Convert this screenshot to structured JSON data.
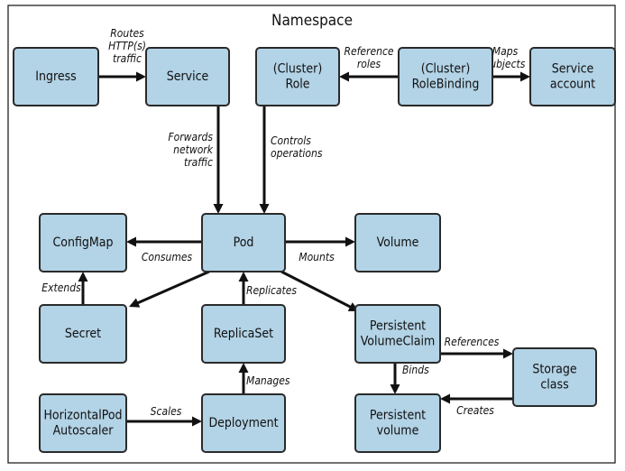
{
  "title": "Namespace",
  "nodes": [
    {
      "id": "ingress",
      "lines": [
        "Ingress"
      ]
    },
    {
      "id": "service",
      "lines": [
        "Service"
      ]
    },
    {
      "id": "cluster-role",
      "lines": [
        "(Cluster)",
        "Role"
      ]
    },
    {
      "id": "cluster-rolebinding",
      "lines": [
        "(Cluster)",
        "RoleBinding"
      ]
    },
    {
      "id": "service-account",
      "lines": [
        "Service",
        "account"
      ]
    },
    {
      "id": "configmap",
      "lines": [
        "ConfigMap"
      ]
    },
    {
      "id": "pod",
      "lines": [
        "Pod"
      ]
    },
    {
      "id": "volume",
      "lines": [
        "Volume"
      ]
    },
    {
      "id": "secret",
      "lines": [
        "Secret"
      ]
    },
    {
      "id": "replicaset",
      "lines": [
        "ReplicaSet"
      ]
    },
    {
      "id": "pvc",
      "lines": [
        "Persistent",
        "VolumeClaim"
      ]
    },
    {
      "id": "storage-class",
      "lines": [
        "Storage",
        "class"
      ]
    },
    {
      "id": "hpa",
      "lines": [
        "HorizontalPod",
        "Autoscaler"
      ]
    },
    {
      "id": "deployment",
      "lines": [
        "Deployment"
      ]
    },
    {
      "id": "pv",
      "lines": [
        "Persistent",
        "volume"
      ]
    }
  ],
  "edges": [
    {
      "id": "routes",
      "from": "ingress",
      "to": "service",
      "label": [
        "Routes",
        "HTTP(s)",
        "traffic"
      ]
    },
    {
      "id": "reference-roles",
      "from": "cluster-rolebinding",
      "to": "cluster-role",
      "label": [
        "Reference",
        "roles"
      ]
    },
    {
      "id": "maps-subjects",
      "from": "cluster-rolebinding",
      "to": "service-account",
      "label": [
        "Maps",
        "subjects"
      ]
    },
    {
      "id": "forwards",
      "from": "service",
      "to": "pod",
      "label": [
        "Forwards",
        "network",
        "traffic"
      ]
    },
    {
      "id": "controls",
      "from": "cluster-role",
      "to": "pod",
      "label": [
        "Controls",
        "operations"
      ]
    },
    {
      "id": "consumes",
      "from": "pod",
      "to": "configmap",
      "label": [
        "Consumes"
      ]
    },
    {
      "id": "mounts",
      "from": "pod",
      "to": "volume",
      "label": [
        "Mounts"
      ]
    },
    {
      "id": "pod-secret",
      "from": "pod",
      "to": "secret",
      "label": []
    },
    {
      "id": "pod-pvc",
      "from": "pod",
      "to": "pvc",
      "label": []
    },
    {
      "id": "extends",
      "from": "secret",
      "to": "configmap",
      "label": [
        "Extends"
      ]
    },
    {
      "id": "replicates",
      "from": "replicaset",
      "to": "pod",
      "label": [
        "Replicates"
      ]
    },
    {
      "id": "manages",
      "from": "deployment",
      "to": "replicaset",
      "label": [
        "Manages"
      ]
    },
    {
      "id": "scales",
      "from": "hpa",
      "to": "deployment",
      "label": [
        "Scales"
      ]
    },
    {
      "id": "references",
      "from": "pvc",
      "to": "storage-class",
      "label": [
        "References"
      ]
    },
    {
      "id": "binds",
      "from": "pvc",
      "to": "pv",
      "label": [
        "Binds"
      ]
    },
    {
      "id": "creates",
      "from": "storage-class",
      "to": "pv",
      "label": [
        "Creates"
      ]
    }
  ]
}
